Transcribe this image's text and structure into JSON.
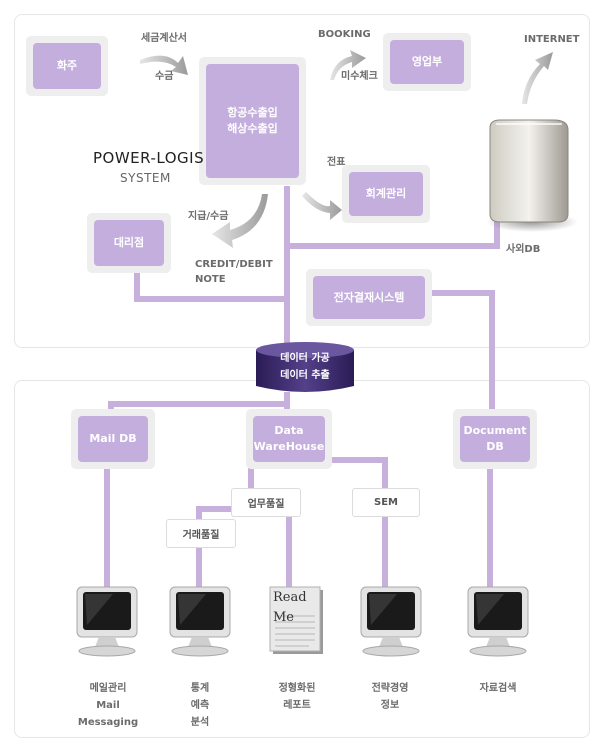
{
  "top": {
    "title_line1": "POWER-LOGIS",
    "title_line2": "SYSTEM",
    "boxes": {
      "shipper": "화주",
      "main_system": "항공수출입\n해상수출입",
      "sales_dept": "영업부",
      "accounting": "회계관리",
      "agency": "대리점",
      "edi": "전자결재시스템"
    },
    "labels": {
      "tax_invoice": "세금계산서",
      "collection": "수금",
      "booking": "BOOKING",
      "unpaid_check": "미수체크",
      "internet": "INTERNET",
      "voucher": "전표",
      "payment": "지급/수금",
      "credit_debit": "CREDIT/DEBIT\nNOTE",
      "internal_db": "사외DB"
    }
  },
  "middle": {
    "cylinder_text": "데이터 가공\n데이터 추출"
  },
  "bottom": {
    "boxes": {
      "mail_db": "Mail DB",
      "data_warehouse": "Data\nWareHouse",
      "document_db": "Document\nDB"
    },
    "tags": {
      "business_quality": "업무품질",
      "trade_quality": "거래품질",
      "sem": "SEM"
    },
    "outputs": {
      "mail": "메일관리\nMail\nMessaging",
      "stats": "통계\n예측\n분석",
      "report": "정형화된\n레포트",
      "strategy": "전략경영\n정보",
      "search": "자료검색"
    },
    "doc_text_1": "Read",
    "doc_text_2": "Me"
  },
  "colors": {
    "box_purple": "#c4aedd",
    "line_purple": "#c7b0dc",
    "cylinder_purple": "#3c2a6a",
    "label_gray": "#6b6b6b"
  }
}
